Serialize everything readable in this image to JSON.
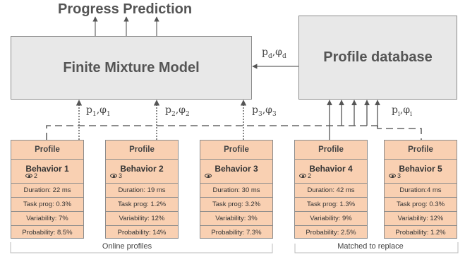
{
  "title": "Progress Prediction",
  "model": {
    "label": "Finite Mixture Model"
  },
  "database": {
    "label": "Profile database"
  },
  "params": {
    "database_link": "pd,φd",
    "p1": "p1,φ1",
    "p2": "p2,φ2",
    "p3": "p3,φ3",
    "pi": "pi,φi"
  },
  "profiles": [
    {
      "header": "Profile",
      "behavior": "Behavior 1",
      "views": "2",
      "duration": "Duration: 22 ms",
      "task_prog": "Task prog: 0.3%",
      "variability": "Variability: 7%",
      "probability": "Probability: 8.5%"
    },
    {
      "header": "Profile",
      "behavior": "Behavior 2",
      "views": "3",
      "duration": "Duration: 19 ms",
      "task_prog": "Task prog: 1.2%",
      "variability": "Variability: 12%",
      "probability": "Probability: 14%"
    },
    {
      "header": "Profile",
      "behavior": "Behavior 3",
      "views": "",
      "duration": "Duration: 30 ms",
      "task_prog": "Task prog: 3.2%",
      "variability": "Variability: 3%",
      "probability": "Probability: 7.3%"
    },
    {
      "header": "Profile",
      "behavior": "Behavior 4",
      "views": "2",
      "duration": "Duration: 42 ms",
      "task_prog": "Task prog: 1.3%",
      "variability": "Variability: 9%",
      "probability": "Probability: 2.5%"
    },
    {
      "header": "Profile",
      "behavior": "Behavior 5",
      "views": "3",
      "duration": "Duration:4 ms",
      "task_prog": "Task prog: 0.3%",
      "variability": "Variability: 12%",
      "probability": "Probability: 1.2%"
    }
  ],
  "footer": {
    "left": "Online profiles",
    "right": "Matched to replace"
  }
}
